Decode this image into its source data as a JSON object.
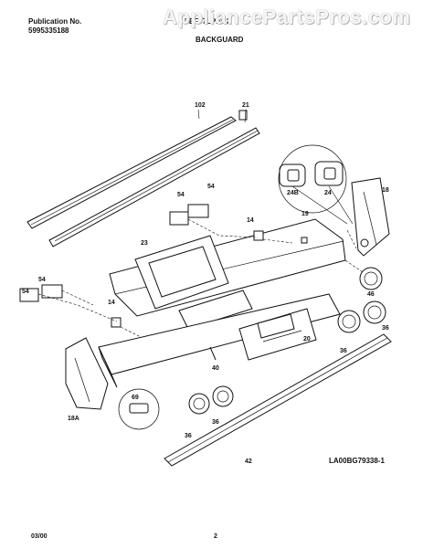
{
  "header": {
    "publication_label": "Publication No.",
    "publication_number": "5995335188",
    "model": "FEF37LPBC2",
    "section": "BACKGUARD"
  },
  "watermark": "AppliancePartsPros.com",
  "diagram_code": "LA00BG79338-1",
  "footer": {
    "date": "03/00",
    "page": "2"
  },
  "callouts": {
    "c102": "102",
    "c21": "21",
    "c24b": "24B",
    "c24": "24",
    "c18": "18",
    "c54a": "54",
    "c54b": "54",
    "c14a": "14",
    "c19": "19",
    "c23": "23",
    "c54c": "54",
    "c54d": "54",
    "c14b": "14",
    "c46": "46",
    "c36a": "36",
    "c36b": "36",
    "c20": "20",
    "c40": "40",
    "c69": "69",
    "c36c": "36",
    "c36d": "36",
    "c18a": "18A",
    "c42": "42"
  }
}
